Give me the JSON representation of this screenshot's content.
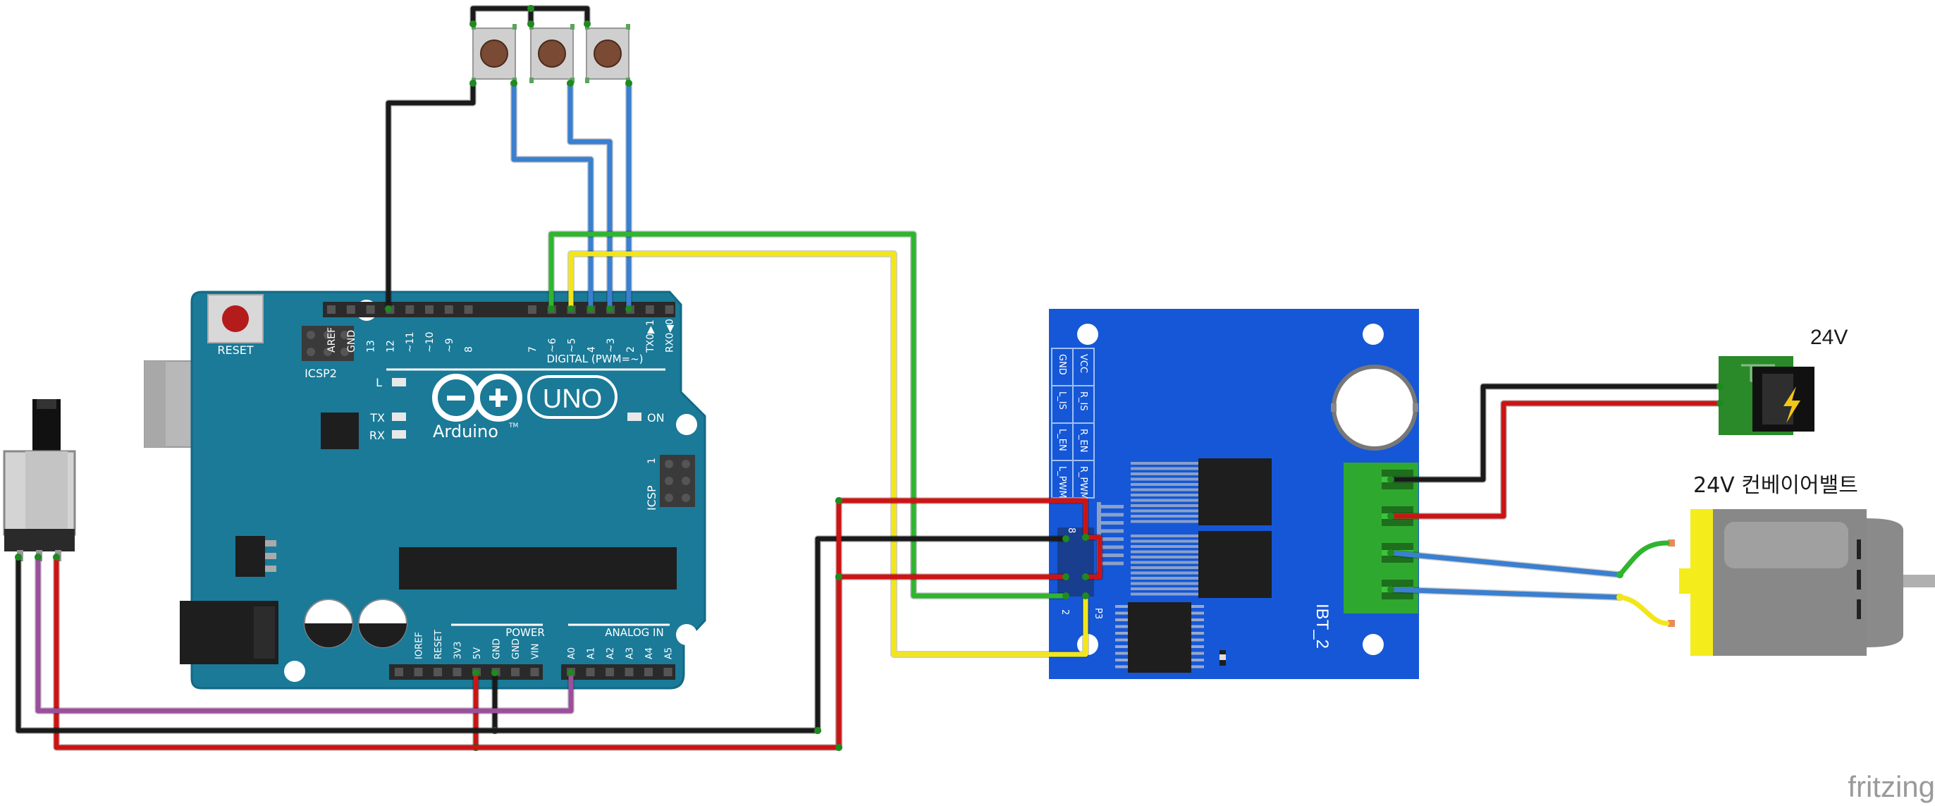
{
  "labels": {
    "supply_voltage": "24V",
    "conveyor_motor": "24V 컨베이어밸트",
    "driver_name": "IBT_2",
    "watermark": "fritzing"
  },
  "arduino": {
    "reset": "RESET",
    "icsp2": "ICSP2",
    "icsp": "ICSP",
    "digital": "DIGITAL (PWM=~)",
    "analog": "ANALOG IN",
    "power": "POWER",
    "on": "ON",
    "brand": "Arduino",
    "tm": "TM",
    "uno": "UNO",
    "led_l": "L",
    "led_tx": "TX",
    "led_rx": "RX",
    "icsp_num": "1",
    "top_pins": [
      "AREF",
      "GND",
      "13",
      "12",
      "~11",
      "~10",
      "~9",
      "8",
      "7",
      "~6",
      "~5",
      "4",
      "~3",
      "2",
      "TX0▶1",
      "RX0◀0"
    ],
    "power_pins": [
      "IOREF",
      "RESET",
      "3V3",
      "5V",
      "GND",
      "GND",
      "VIN"
    ],
    "analog_pins": [
      "A0",
      "A1",
      "A2",
      "A3",
      "A4",
      "A5"
    ]
  },
  "driver": {
    "pins_left": [
      "GND",
      "L_IS",
      "L_EN",
      "L_PWM"
    ],
    "pins_right": [
      "VCC",
      "R_IS",
      "R_EN",
      "R_PWM"
    ],
    "hdr_top": "8",
    "hdr_bottom": "2",
    "hdr_p3": "P3"
  },
  "colors": {
    "wire_black": "#1a1a1a",
    "wire_red": "#cc1414",
    "wire_blue": "#3a7fd0",
    "wire_green": "#2fb52f",
    "wire_yellow": "#f2e61a",
    "wire_purple": "#9b4f9b",
    "arduino_board": "#1a7a98",
    "driver_board": "#1557d6",
    "terminal_green": "#2fa82f",
    "motor_yellow": "#f5ec1c"
  }
}
